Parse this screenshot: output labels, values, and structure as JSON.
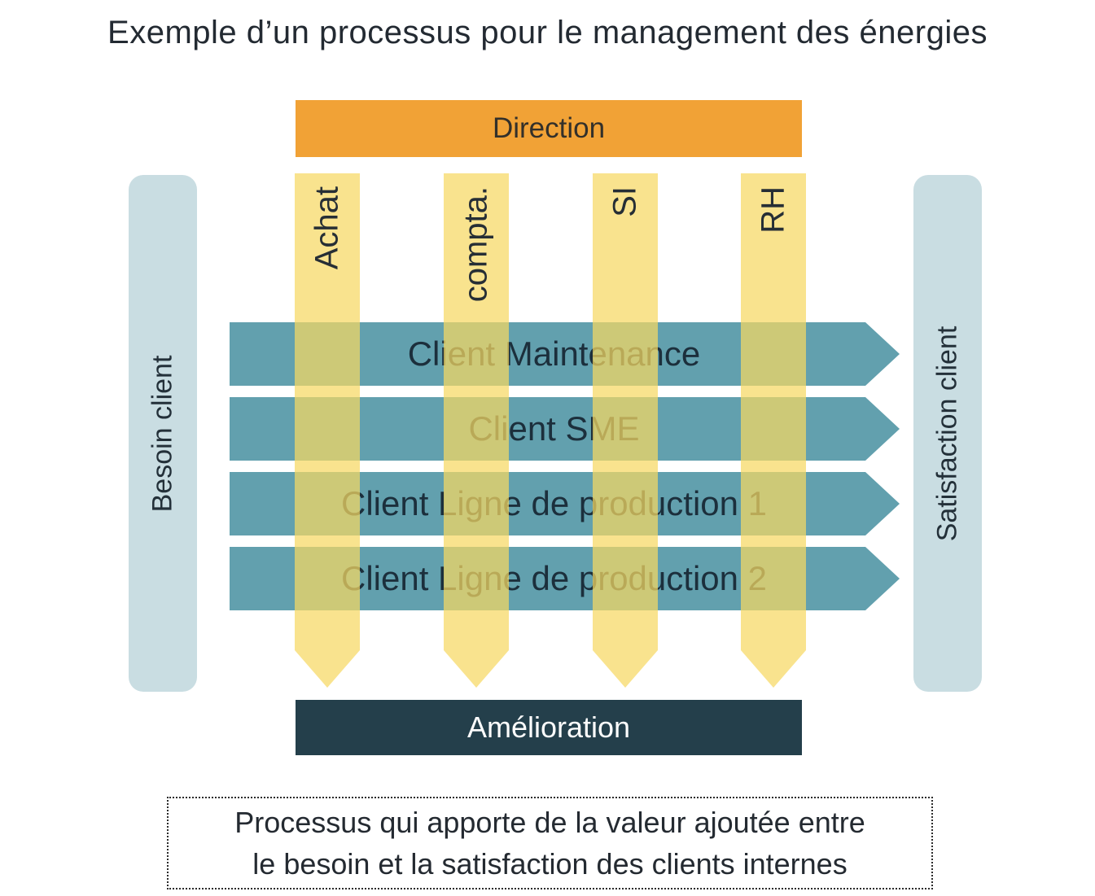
{
  "title": "Exemple d’un processus pour le management des énergies",
  "top_bar": {
    "label": "Direction"
  },
  "bottom_bar": {
    "label": "Amélioration"
  },
  "left_bar": {
    "label": "Besoin client"
  },
  "right_bar": {
    "label": "Satisfaction client"
  },
  "vertical_arrows": [
    {
      "label": "Achat"
    },
    {
      "label": "compta."
    },
    {
      "label": "SI"
    },
    {
      "label": "RH"
    }
  ],
  "horizontal_arrows": [
    {
      "label": "Client Maintenance"
    },
    {
      "label": "Client SME"
    },
    {
      "label": "Client Ligne de production 1"
    },
    {
      "label": "Client Ligne de production 2"
    }
  ],
  "footnote": {
    "line1": "Processus qui apporte de la valeur ajoutée entre",
    "line2": "le besoin et la satisfaction des clients internes"
  },
  "colors": {
    "direction_bar": "#F1A236",
    "vertical_arrow": "#F6D863",
    "vertical_arrow_overlap": "#CEC978",
    "horizontal_arrow": "#62A0AE",
    "side_pillar": "#C9DDE2",
    "amelioration_bar": "#243F4B",
    "text_dark": "#1C2F3C",
    "background": "#FFFFFF"
  }
}
